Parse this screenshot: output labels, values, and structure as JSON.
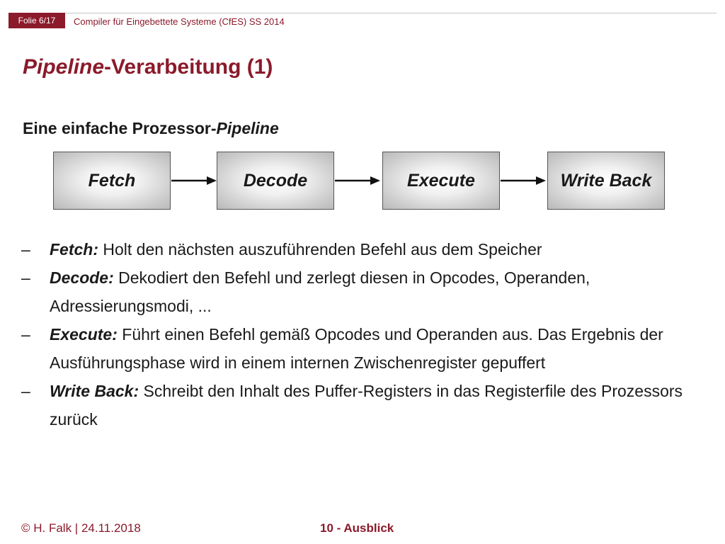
{
  "header": {
    "slide_label": "Folie 6/17",
    "course_title": "Compiler für Eingebettete Systeme (CfES) SS 2014"
  },
  "title": {
    "italic_part": "Pipeline",
    "rest": "-Verarbeitung (1)"
  },
  "subtitle": {
    "normal_part": "Eine einfache Prozessor-",
    "italic_part": "Pipeline"
  },
  "pipeline": {
    "stages": [
      "Fetch",
      "Decode",
      "Execute",
      "Write Back"
    ]
  },
  "bullets": [
    {
      "dash": "–",
      "term": "Fetch:",
      "text": " Holt den nächsten auszuführenden Befehl aus dem Speicher"
    },
    {
      "dash": "–",
      "term": "Decode:",
      "text": " Dekodiert den Befehl und zerlegt diesen in Opcodes, Operanden, Adressierungsmodi, ..."
    },
    {
      "dash": "–",
      "term": "Execute:",
      "text": " Führt einen Befehl gemäß Opcodes und Operanden aus. Das Ergebnis der Ausführungsphase wird in einem internen Zwischenregister gepuffert"
    },
    {
      "dash": "–",
      "term": "Write Back:",
      "text": " Schreibt den Inhalt des Puffer-Registers in das Registerfile des Prozessors zurück"
    }
  ],
  "footer": {
    "author_date": "© H. Falk | 24.11.2018",
    "section": "10 - Ausblick"
  },
  "colors": {
    "accent": "#8b1a2b",
    "text": "#1a1a1a"
  }
}
